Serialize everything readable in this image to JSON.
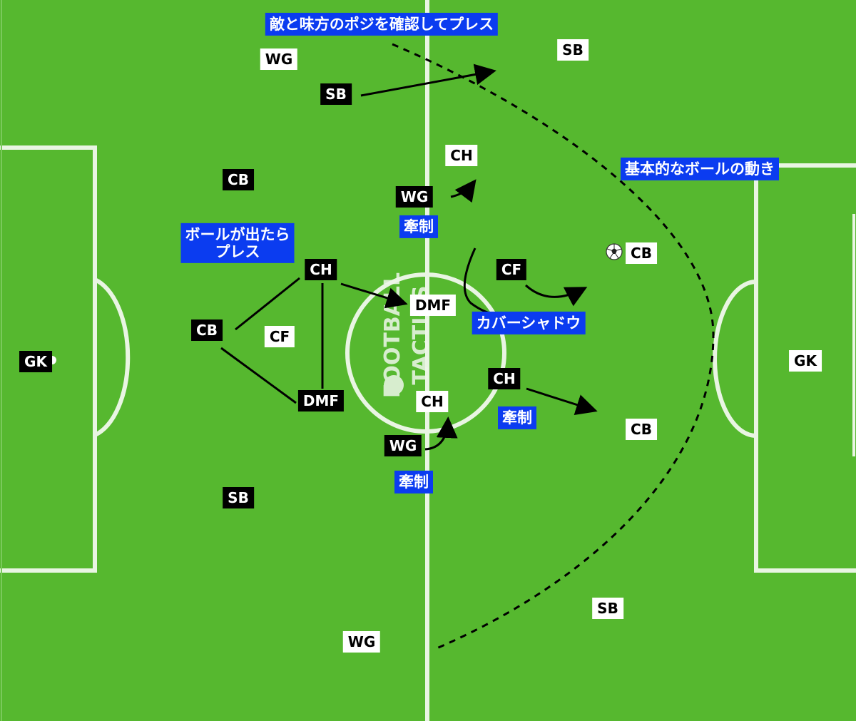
{
  "players": [
    {
      "team": "a",
      "label": "GK"
    },
    {
      "team": "a",
      "label": "CB"
    },
    {
      "team": "a",
      "label": "SB"
    },
    {
      "team": "a",
      "label": "CB"
    },
    {
      "team": "a",
      "label": "CH"
    },
    {
      "team": "a",
      "label": "DMF"
    },
    {
      "team": "a",
      "label": "WG"
    },
    {
      "team": "a",
      "label": "WG"
    },
    {
      "team": "a",
      "label": "CF"
    },
    {
      "team": "a",
      "label": "CH"
    },
    {
      "team": "a",
      "label": "SB"
    },
    {
      "team": "b",
      "label": "WG"
    },
    {
      "team": "b",
      "label": "SB"
    },
    {
      "team": "b",
      "label": "CH"
    },
    {
      "team": "b",
      "label": "CF"
    },
    {
      "team": "b",
      "label": "DMF"
    },
    {
      "team": "b",
      "label": "CH"
    },
    {
      "team": "b",
      "label": "CB"
    },
    {
      "team": "b",
      "label": "CB"
    },
    {
      "team": "b",
      "label": "GK"
    },
    {
      "team": "b",
      "label": "SB"
    },
    {
      "team": "b",
      "label": "WG"
    }
  ],
  "notes": {
    "press_check": "敵と味方のポジを確認してプレス",
    "ball_movement": "基本的なボールの動き",
    "press_on_ball": "ボールが出たら\nプレス",
    "cover_shadow": "カバーシャドウ",
    "pin1": "牽制",
    "pin2": "牽制",
    "pin3": "牽制"
  },
  "watermark": {
    "text": "FOOTBALL TACTICS"
  },
  "colors": {
    "pitch": "#56b82f",
    "lines": "#e9f5e3",
    "note_bg": "#0b3cf0"
  }
}
